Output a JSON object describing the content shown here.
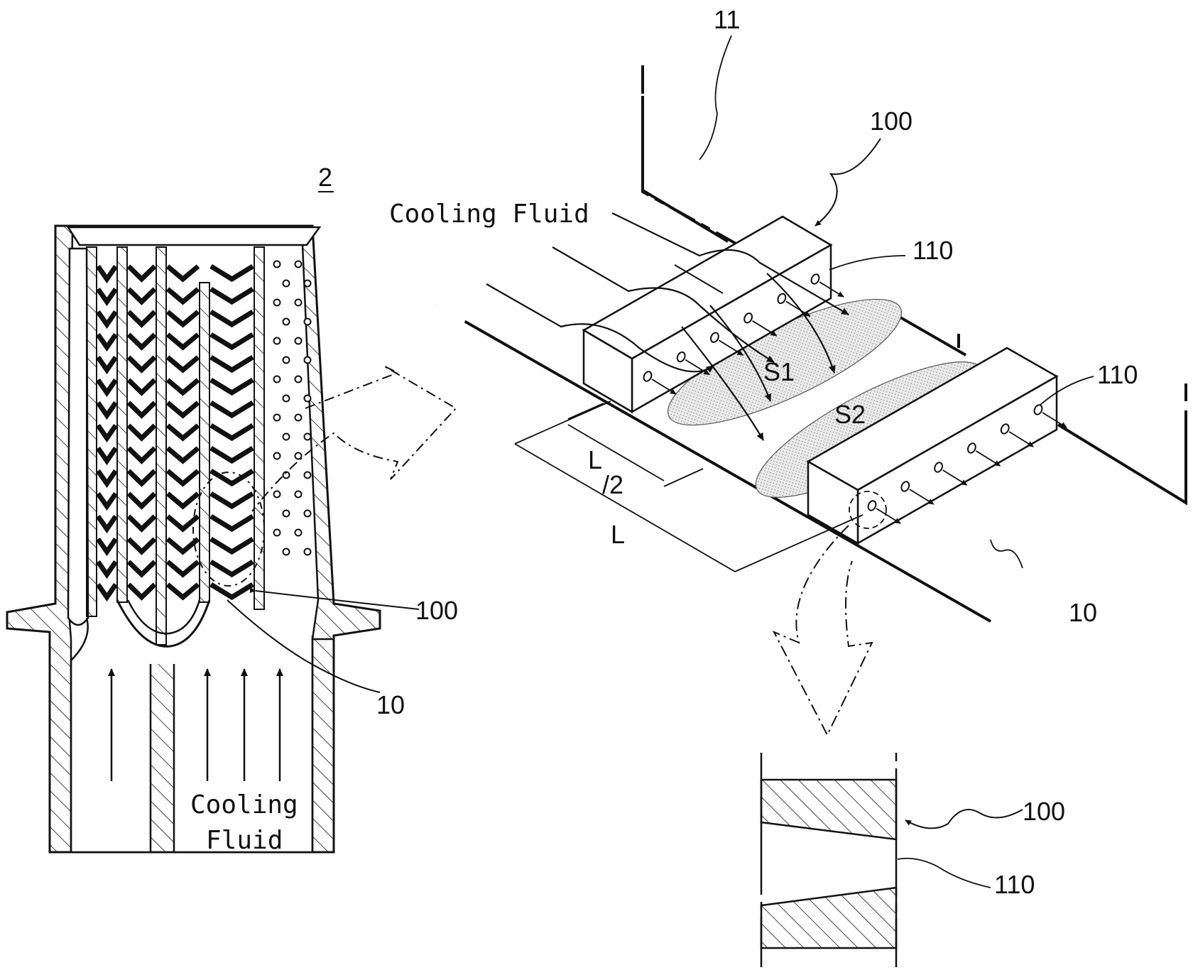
{
  "labels": {
    "blade_ref": "2",
    "ref_11": "11",
    "ref_100_top": "100",
    "ref_110_a": "110",
    "ref_110_b": "110",
    "ref_S1": "S1",
    "ref_S2": "S2",
    "ref_L_half_num": "L",
    "ref_L_half_den": "/2",
    "ref_L": "L",
    "ref_10_right": "10",
    "ref_100_left": "100",
    "ref_10_left": "10",
    "ref_100_detail": "100",
    "ref_110_detail": "110",
    "cooling_fluid_top": "Cooling Fluid",
    "cooling_fluid_bottom_1": "Cooling",
    "cooling_fluid_bottom_2": "Fluid"
  },
  "colors": {
    "line": "#111111",
    "stipple": "#d9d9d9",
    "background": "#ffffff"
  }
}
